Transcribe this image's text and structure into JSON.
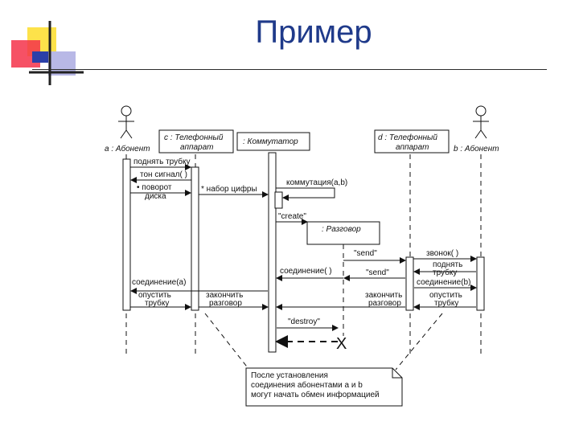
{
  "slide": {
    "title": "Пример"
  },
  "diagram": {
    "lifelines": {
      "a_subscriber": "a : Абонент",
      "c_phone_line1": "с : Телефонный",
      "c_phone_line2": "аппарат",
      "switch": ": Коммутатор",
      "d_phone_line1": "d : Телефонный",
      "d_phone_line2": "аппарат",
      "b_subscriber": "b : Абонент",
      "conversation": ": Разговор"
    },
    "messages": {
      "lift_handset": "поднять трубку",
      "dial_tone": "тон сигнал( )",
      "rotate_dial_1": "• поворот",
      "rotate_dial_2": "диска",
      "dial_digits": "* набор цифры",
      "switching": "коммутация(a,b)",
      "create": "\"create\"",
      "send_1": "\"send\"",
      "ring": "звонок( )",
      "lift_handset_b_1": "поднять",
      "lift_handset_b_2": "трубку",
      "connection": "соединение( )",
      "send_2": "\"send\"",
      "connection_b": "соединение(b)",
      "connection_a": "соединение(a)",
      "hang_up_a_1": "опустить",
      "hang_up_a_2": "трубку",
      "end_conv_1_1": "закончить",
      "end_conv_1_2": "разговор",
      "end_conv_2_1": "закончить",
      "end_conv_2_2": "разговор",
      "hang_up_b_1": "опустить",
      "hang_up_b_2": "трубку",
      "destroy": "\"destroy\"",
      "destroy_mark": "X"
    },
    "note": {
      "line1": "После установления",
      "line2": "соединения абонентами a и b",
      "line3": "могут начать обмен информацией"
    }
  },
  "colors": {
    "title": "#1f3a8a",
    "accent_yellow": "#fde24a",
    "accent_red": "#f4324a",
    "accent_blue": "#2b3fa8",
    "accent_lavender": "#b8b8e6"
  }
}
